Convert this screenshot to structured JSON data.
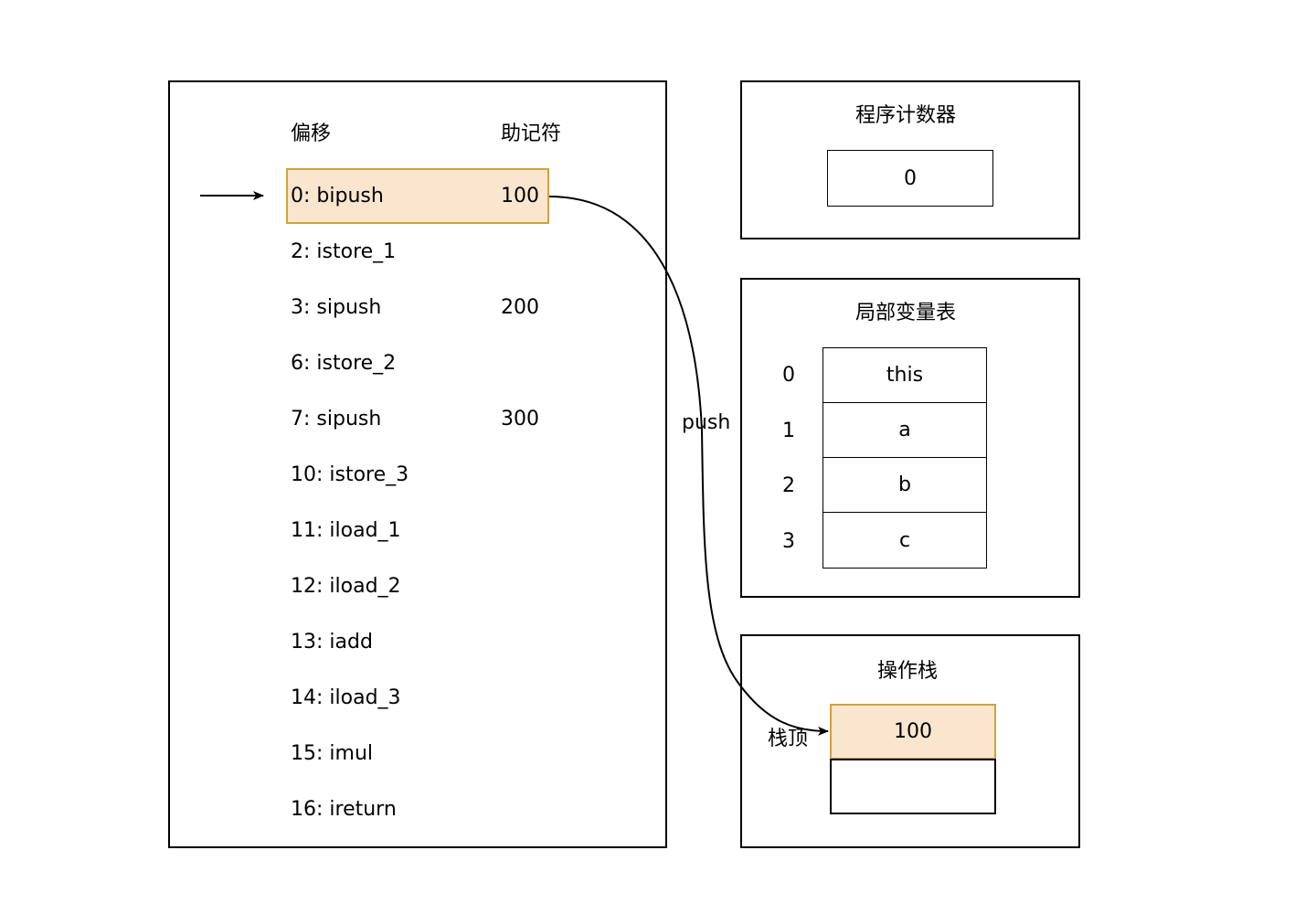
{
  "bytecode_panel": {
    "header_offset": "偏移",
    "header_mnemonic": "助记符",
    "instructions": [
      {
        "label": "0: bipush",
        "operand": "100",
        "current": true
      },
      {
        "label": "2: istore_1",
        "operand": ""
      },
      {
        "label": "3: sipush",
        "operand": "200"
      },
      {
        "label": "6: istore_2",
        "operand": ""
      },
      {
        "label": "7: sipush",
        "operand": "300"
      },
      {
        "label": "10: istore_3",
        "operand": ""
      },
      {
        "label": "11: iload_1",
        "operand": ""
      },
      {
        "label": "12: iload_2",
        "operand": ""
      },
      {
        "label": "13: iadd",
        "operand": ""
      },
      {
        "label": "14: iload_3",
        "operand": ""
      },
      {
        "label": "15: imul",
        "operand": ""
      },
      {
        "label": "16: ireturn",
        "operand": ""
      }
    ]
  },
  "program_counter": {
    "title": "程序计数器",
    "value": "0"
  },
  "local_variables": {
    "title": "局部变量表",
    "slots": [
      {
        "index": "0",
        "value": "this"
      },
      {
        "index": "1",
        "value": "a"
      },
      {
        "index": "2",
        "value": "b"
      },
      {
        "index": "3",
        "value": "c"
      }
    ]
  },
  "operand_stack": {
    "title": "操作栈",
    "top_label": "栈顶",
    "cells": [
      "100",
      ""
    ]
  },
  "edge_label": "push",
  "colors": {
    "highlight_fill": "#fae6cf",
    "highlight_border": "#d3a13d"
  }
}
